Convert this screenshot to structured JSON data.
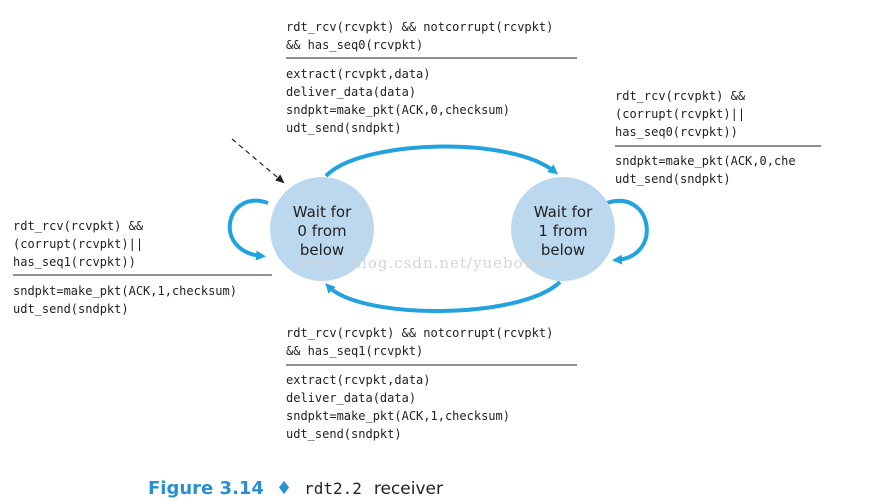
{
  "states": {
    "wait0": {
      "lines": [
        "Wait for",
        "0 from",
        "below"
      ]
    },
    "wait1": {
      "lines": [
        "Wait for",
        "1 from",
        "below"
      ]
    }
  },
  "transitions": {
    "top": {
      "event": [
        "rdt_rcv(rcvpkt) && notcorrupt(rcvpkt)",
        "&& has_seq0(rcvpkt)"
      ],
      "actions": [
        "extract(rcvpkt,data)",
        "deliver_data(data)",
        "sndpkt=make_pkt(ACK,0,checksum)",
        "udt_send(sndpkt)"
      ]
    },
    "right_self": {
      "event": [
        "rdt_rcv(rcvpkt) &&",
        "(corrupt(rcvpkt)||",
        "has_seq0(rcvpkt))"
      ],
      "actions": [
        "sndpkt=make_pkt(ACK,0,che",
        "udt_send(sndpkt)"
      ]
    },
    "left_self": {
      "event": [
        "rdt_rcv(rcvpkt) &&",
        "(corrupt(rcvpkt)||",
        "has_seq1(rcvpkt))"
      ],
      "actions": [
        "sndpkt=make_pkt(ACK,1,checksum)",
        "udt_send(sndpkt)"
      ]
    },
    "bottom": {
      "event": [
        "rdt_rcv(rcvpkt) && notcorrupt(rcvpkt)",
        "&& has_seq1(rcvpkt)"
      ],
      "actions": [
        "extract(rcvpkt,data)",
        "deliver_data(data)",
        "sndpkt=make_pkt(ACK,1,checksum)",
        "udt_send(sndpkt)"
      ]
    }
  },
  "watermark": "http://blog.csdn.net/yuebowhu",
  "caption": {
    "label": "Figure 3.14",
    "bullet": "♦",
    "code": "rdt2.2",
    "text": "receiver"
  },
  "colors": {
    "state_fill": "#bcd8ee",
    "arrow": "#22a3e0",
    "caption_blue": "#2a8fd4"
  }
}
